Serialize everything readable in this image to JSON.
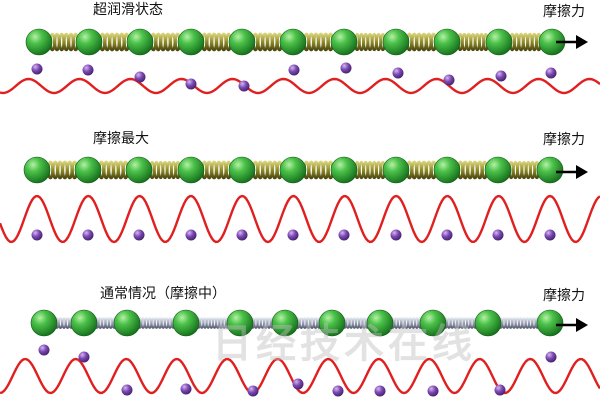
{
  "panels": [
    {
      "state_label": "超润滑状态",
      "force_label": "摩擦力",
      "spring_style": "tight-olive",
      "wave": "shallow",
      "atoms": "misaligned"
    },
    {
      "state_label": "摩擦最大",
      "force_label": "摩擦力",
      "spring_style": "tight-olive",
      "wave": "deep",
      "atoms": "in-troughs"
    },
    {
      "state_label": "通常情况（摩擦中）",
      "force_label": "摩擦力",
      "spring_style": "loose-grey",
      "wave": "medium",
      "atoms": "mixed"
    }
  ],
  "watermark": "日经技术在线",
  "colors": {
    "chain_ball": "#2e9a2e",
    "spring_tight": "#8e8a28",
    "spring_loose": "#9aa0b4",
    "substrate_wave": "#e02020",
    "particle": "#6a3a9a",
    "arrow": "#000000"
  },
  "icons": {
    "force_arrow": "arrow-right-icon"
  }
}
